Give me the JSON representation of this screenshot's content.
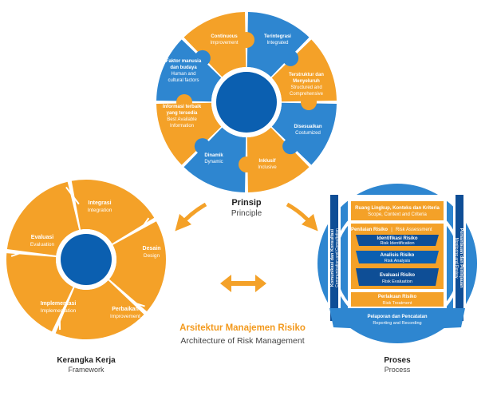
{
  "colors": {
    "orange": "#F4A128",
    "blue": "#2E86D0",
    "dark_blue": "#0B5FB0",
    "navy": "#0E4E96",
    "title_orange": "#F39A1E"
  },
  "principle": {
    "title": "Prinsip",
    "subtitle": "Principle",
    "segments": [
      {
        "id": "TR",
        "l1": "Terintegrasi",
        "e1": "Integrated"
      },
      {
        "id": "TM",
        "l1": "Terstruktur dan",
        "l2": "Menyeluruh",
        "e1": "Structured and",
        "e2": "Comprehensive"
      },
      {
        "id": "DS",
        "l1": "Disesuaikan",
        "e1": "Costumized"
      },
      {
        "id": "IN",
        "l1": "Inklusif",
        "e1": "Inclusive"
      },
      {
        "id": "DN",
        "l1": "Dinamik",
        "e1": "Dynamic"
      },
      {
        "id": "IT",
        "l1": "Informasi terbaik",
        "l2": "yang tersedia",
        "e1": "Best Available",
        "e2": "Information"
      },
      {
        "id": "FM",
        "l1": "Faktor manusia",
        "l2": "dan budaya",
        "e1": "Human and",
        "e2": "cultural factors"
      },
      {
        "id": "CI",
        "l1": "Continuous",
        "e1": "Improvement"
      }
    ]
  },
  "framework": {
    "title": "Kerangka Kerja",
    "subtitle": "Framework",
    "segments": [
      {
        "id": "IG",
        "l1": "Integrasi",
        "e1": "Integration"
      },
      {
        "id": "DE",
        "l1": "Desain",
        "e1": "Design"
      },
      {
        "id": "PB",
        "l1": "Perbaikan",
        "e1": "Improvement"
      },
      {
        "id": "IM",
        "l1": "Implementasi",
        "e1": "Implementation"
      },
      {
        "id": "EV",
        "l1": "Evaluasi",
        "e1": "Evaluation"
      }
    ]
  },
  "process": {
    "title": "Proses",
    "subtitle": "Process",
    "scope": {
      "l1": "Ruang Lingkup, Konteks dan Kriteria",
      "e1": "Scope, Context and Criteria"
    },
    "assessment": {
      "l1": "Penilaian Risiko",
      "e1": "Risk Assessment"
    },
    "identification": {
      "l1": "Identifikasi Risiko",
      "e1": "Risk Identification"
    },
    "analysis": {
      "l1": "Analisis Risiko",
      "e1": "Risk Analysis"
    },
    "evaluation": {
      "l1": "Evaluasi Risiko",
      "e1": "Risk Evaluation"
    },
    "treatment": {
      "l1": "Perlakuan Risiko",
      "e1": "Risk Treatment"
    },
    "reporting": {
      "l1": "Pelaporan dan Pencatatan",
      "e1": "Reporting and Recording"
    },
    "communication": {
      "l1": "Komunikasi dan Konsultasi",
      "e1": "Communication and Consultation"
    },
    "monitoring": {
      "l1": "Pemantauan dan Peninjauan",
      "e1": "Monitoring and Review"
    }
  },
  "main": {
    "title": "Arsitektur Manajemen Risiko",
    "subtitle": "Architecture of Risk Management"
  }
}
